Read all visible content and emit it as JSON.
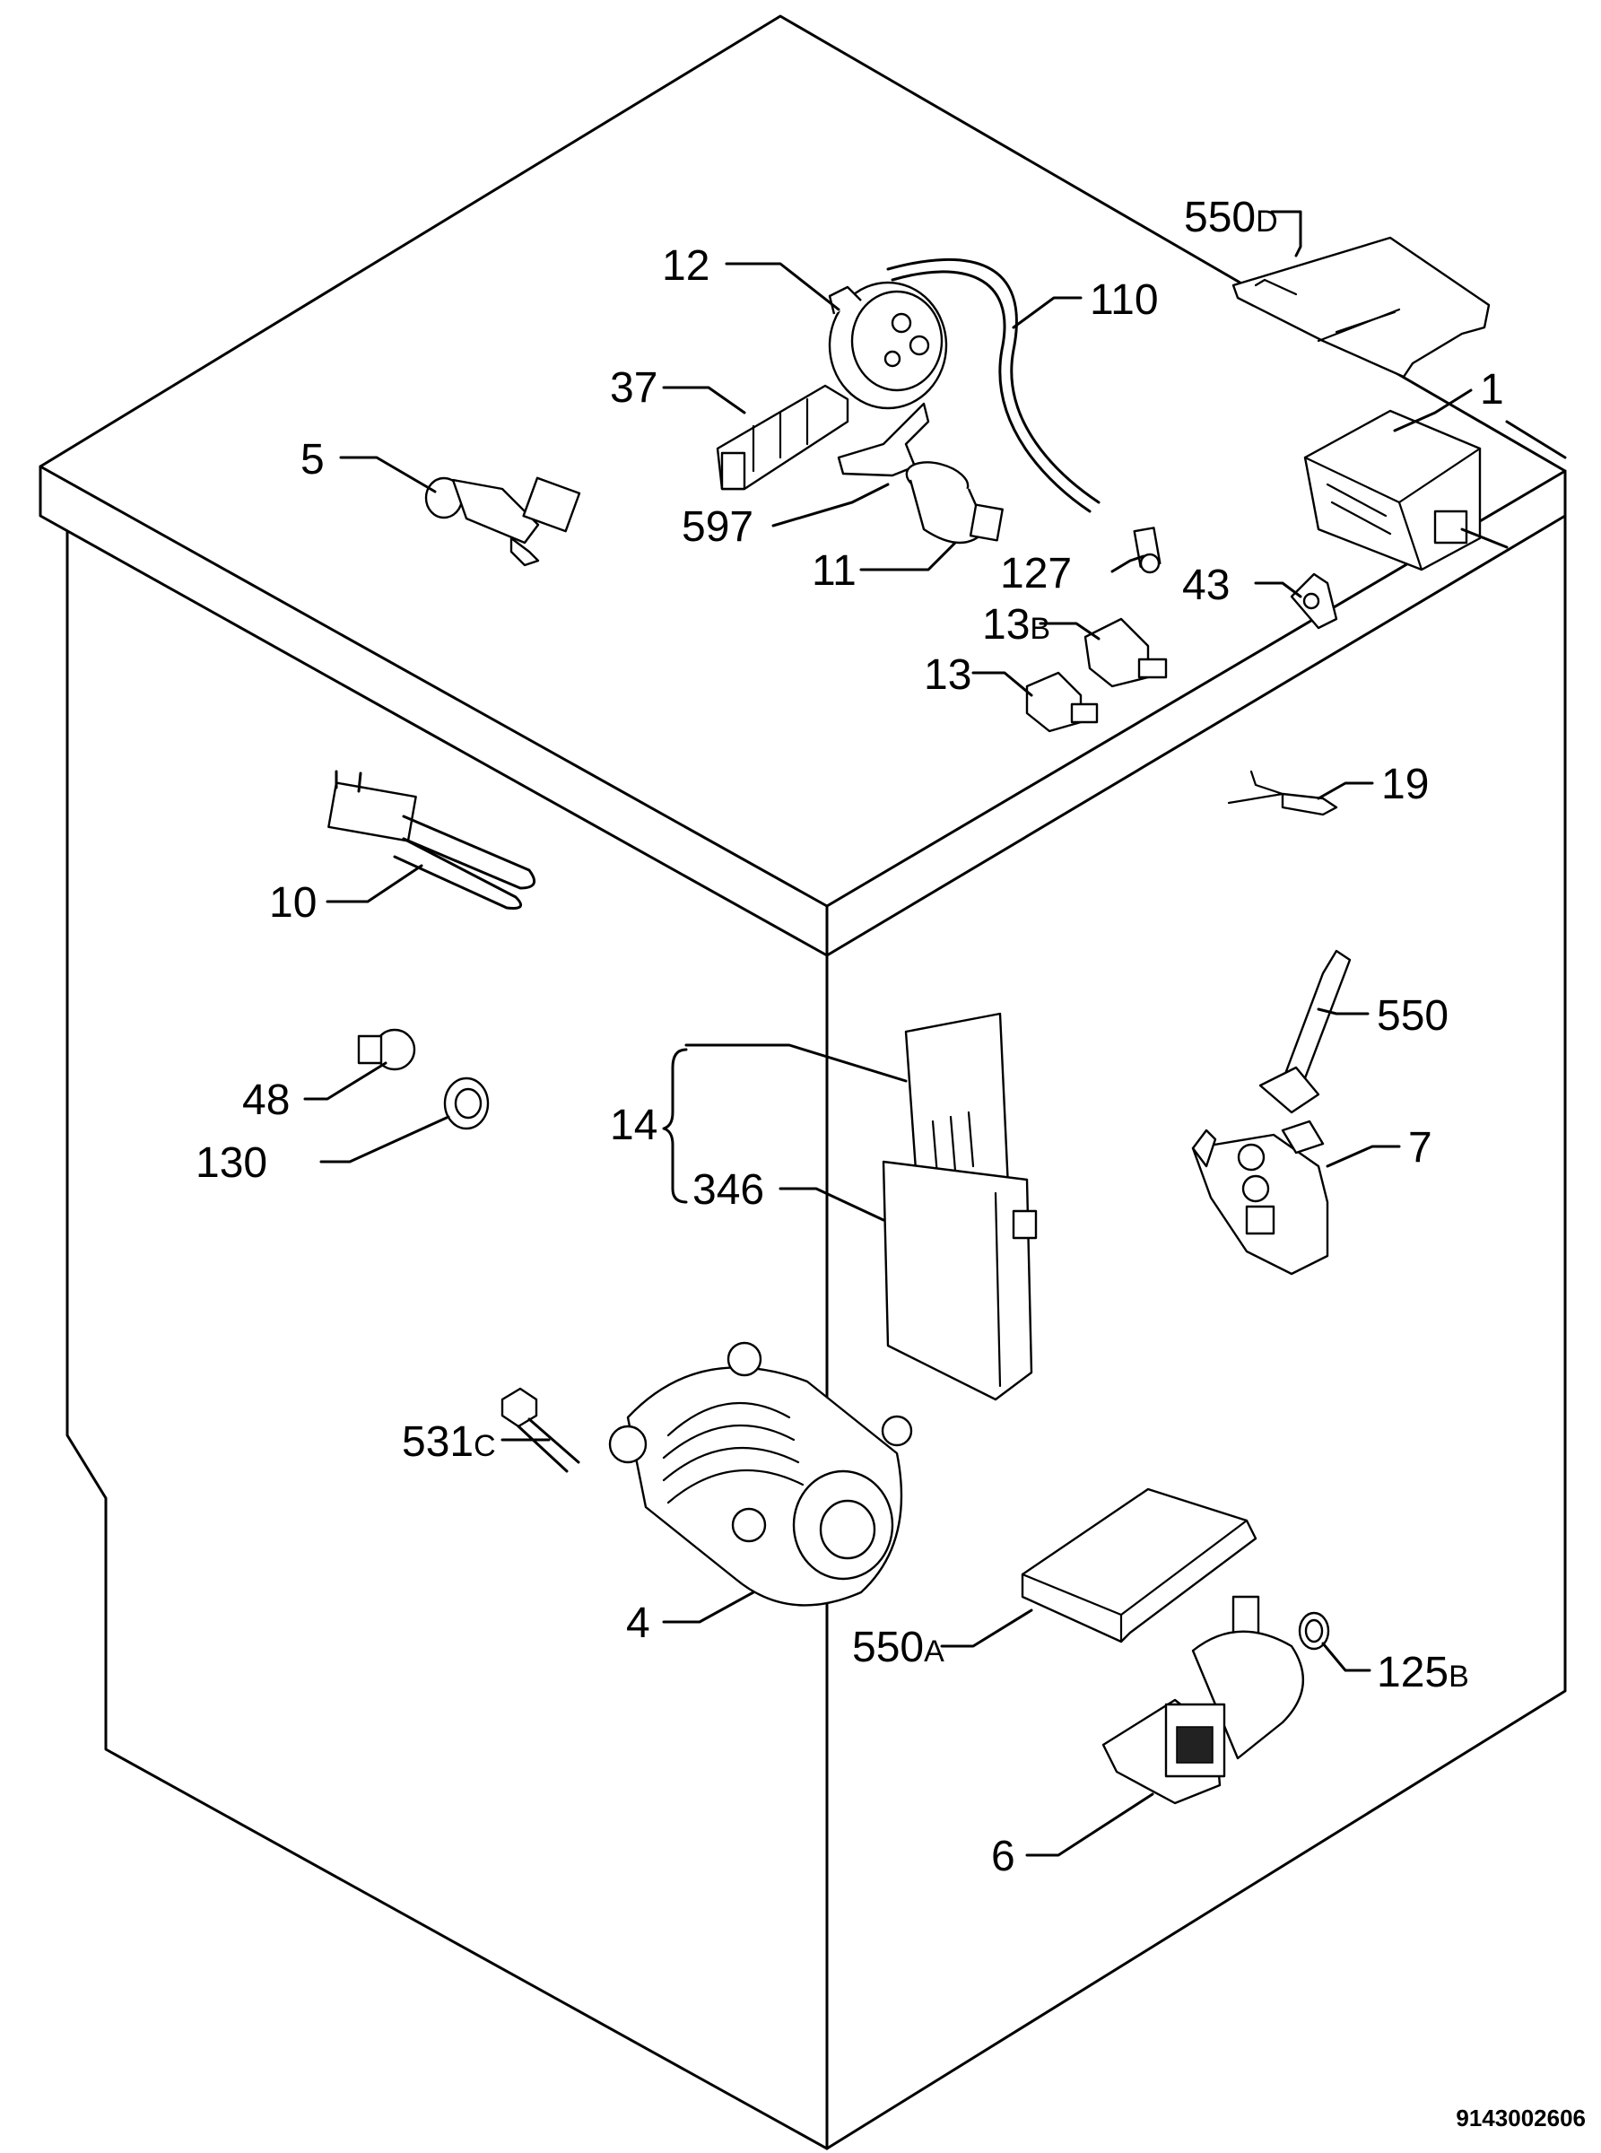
{
  "diagram": {
    "document_id": "9143002606",
    "labels": {
      "l550d": {
        "main": "550",
        "suffix": "D"
      },
      "l12": {
        "main": "12"
      },
      "l110": {
        "main": "110"
      },
      "l37": {
        "main": "37"
      },
      "l1": {
        "main": "1"
      },
      "l5": {
        "main": "5"
      },
      "l597": {
        "main": "597"
      },
      "l11": {
        "main": "11"
      },
      "l127": {
        "main": "127"
      },
      "l43": {
        "main": "43"
      },
      "l13b": {
        "main": "13",
        "suffix": "B"
      },
      "l13": {
        "main": "13"
      },
      "l19": {
        "main": "19"
      },
      "l10": {
        "main": "10"
      },
      "l550": {
        "main": "550"
      },
      "l14": {
        "main": "14"
      },
      "l48": {
        "main": "48"
      },
      "l7": {
        "main": "7"
      },
      "l130": {
        "main": "130"
      },
      "l346": {
        "main": "346"
      },
      "l531c": {
        "main": "531",
        "suffix": "C"
      },
      "l4": {
        "main": "4"
      },
      "l550a": {
        "main": "550",
        "suffix": "A"
      },
      "l125b": {
        "main": "125",
        "suffix": "B"
      },
      "l6": {
        "main": "6"
      }
    }
  }
}
